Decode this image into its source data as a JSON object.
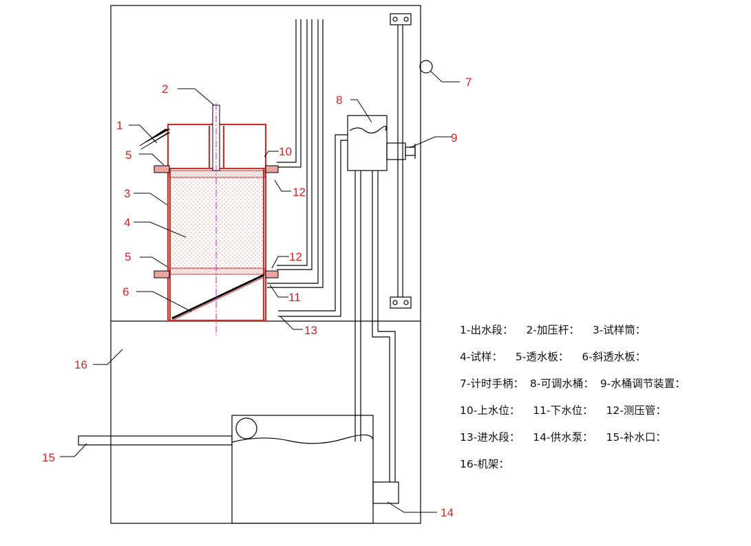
{
  "callouts": {
    "c1": "1",
    "c2": "2",
    "c3": "3",
    "c4": "4",
    "c5a": "5",
    "c5b": "5",
    "c6": "6",
    "c7": "7",
    "c8": "8",
    "c9": "9",
    "c10": "10",
    "c11": "11",
    "c12a": "12",
    "c12b": "12",
    "c13": "13",
    "c14": "14",
    "c15": "15",
    "c16": "16"
  },
  "legend": {
    "rows": [
      [
        "1-出水段：",
        "2-加压杆：",
        "3-试样筒："
      ],
      [
        "4-试样：",
        "5-透水板：",
        "6-斜透水板："
      ],
      [
        "7-计时手柄：",
        "8-可调水桶：",
        "9-水桶调节装置："
      ],
      [
        "10-上水位：",
        "11-下水位：",
        "12-测压管："
      ],
      [
        "13-进水段：",
        "14-供水泵：",
        "15-补水口："
      ],
      [
        "16-机架："
      ]
    ]
  },
  "colors": {
    "callout": "#d22424",
    "cylinder": "#c8322d",
    "sample_dots": "#e9a3a0",
    "axis": "#c020c0",
    "line": "#000000"
  }
}
